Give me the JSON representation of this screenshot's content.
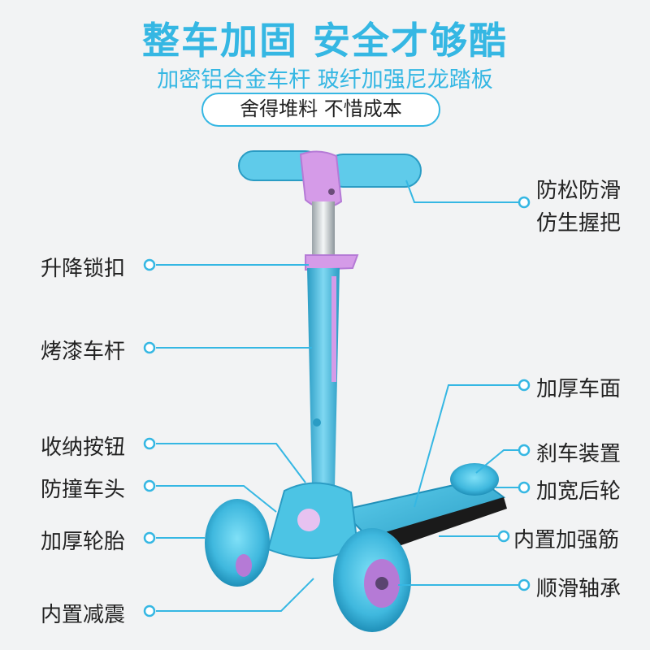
{
  "header": {
    "title": "整车加固 安全才够酷",
    "subtitle": "加密铝合金车杆 玻纤加强尼龙踏板",
    "badge": "舍得堆料 不惜成本"
  },
  "labels": {
    "grip_line1": "防松防滑",
    "grip_line2": "仿生握把",
    "lift_lock": "升降锁扣",
    "painted_pole": "烤漆车杆",
    "storage_button": "收纳按钮",
    "anti_collision_head": "防撞车头",
    "thick_tire": "加厚轮胎",
    "damping": "内置减震",
    "thick_deck": "加厚车面",
    "brake": "刹车装置",
    "wide_rear_wheel": "加宽后轮",
    "reinforcement": "内置加强筋",
    "bearing": "顺滑轴承"
  },
  "colors": {
    "accent": "#35b7e3",
    "scooter_blue": "#4cc4e4",
    "scooter_dark": "#2a9cc4",
    "handle_purple": "#d59be8",
    "wheel_purple": "#b57ad6"
  }
}
